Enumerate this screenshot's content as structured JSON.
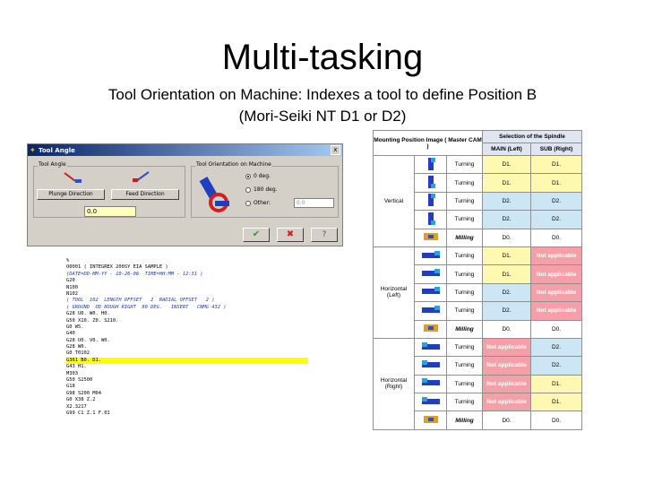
{
  "slide": {
    "title": "Multi-tasking",
    "subtitle_line1": "Tool Orientation on Machine: Indexes a tool to define Position B",
    "subtitle_line2": "(Mori-Seiki NT D1 or D2)"
  },
  "dialog": {
    "title": "Tool Angle",
    "close_label": "x",
    "tool_angle_group": "Tool Angle",
    "plunge_button": "Plunge Direction",
    "feed_button": "Feed Direction",
    "angle_value": "0.0",
    "orientation_group": "Tool Orientation on Machine",
    "radio_options": [
      "0 deg.",
      "180 deg.",
      "Other:"
    ],
    "other_value": "0.0",
    "ok_icon": "checkmark-icon",
    "cancel_icon": "x-icon",
    "help_icon": "help-icon"
  },
  "code_lines": [
    "%",
    "O0001 ( INTEGREX 200SY EIA SAMPLE )",
    "(DATE=DD-MM-YY - 10-26-06  TIME=HH:MM - 12:31 )",
    "G20",
    "N100",
    "N102",
    "( TOOL  102  LENGTH OFFSET   2  RADIAL OFFSET   2 )",
    "( GROUND  OD ROUGH RIGHT  80 DEG.   INSERT   CNMG 432 )",
    "G28 U0. W0. H0.",
    "G50 X10. Z0. S210.",
    "G0 W5.",
    "G40",
    "G28 U0. V0. W0.",
    "G28 W0.",
    "G0 T0102",
    "G361 B0. D1.",
    "G43 H1.",
    "M303",
    "G50 S2500",
    "G18",
    "G98 S200 M04",
    "G0 X38 Z.2",
    "X2.3217",
    "G99 C1 Z.1 F.01"
  ],
  "table": {
    "header_image": "Mounting Position Image ( Master CAM )",
    "header_selection": "Selection of the Spindle",
    "header_main": "MAIN (Left)",
    "header_sub": "SUB (Right)",
    "groups": [
      {
        "label": "Vertical",
        "rows": [
          {
            "op": "Turning",
            "main": "D1.",
            "sub": "D1.",
            "main_style": "yel",
            "sub_style": "yel"
          },
          {
            "op": "Turning",
            "main": "D1.",
            "sub": "D1.",
            "main_style": "yel",
            "sub_style": "yel"
          },
          {
            "op": "Turning",
            "main": "D2.",
            "sub": "D2.",
            "main_style": "blue",
            "sub_style": "blue"
          },
          {
            "op": "Turning",
            "main": "D2.",
            "sub": "D2.",
            "main_style": "blue",
            "sub_style": "blue"
          },
          {
            "op": "Milling",
            "main": "D0.",
            "sub": "D0.",
            "main_style": "plain",
            "sub_style": "plain"
          }
        ]
      },
      {
        "label": "Horizontal (Left)",
        "rows": [
          {
            "op": "Turning",
            "main": "D1.",
            "sub": "Not applicable",
            "main_style": "yel",
            "sub_style": "pink"
          },
          {
            "op": "Turning",
            "main": "D1.",
            "sub": "Not applicable",
            "main_style": "yel",
            "sub_style": "pink"
          },
          {
            "op": "Turning",
            "main": "D2.",
            "sub": "Not applicable",
            "main_style": "blue",
            "sub_style": "pink"
          },
          {
            "op": "Turning",
            "main": "D2.",
            "sub": "Not applicable",
            "main_style": "blue",
            "sub_style": "pink"
          },
          {
            "op": "Milling",
            "main": "D0.",
            "sub": "D0.",
            "main_style": "plain",
            "sub_style": "plain"
          }
        ]
      },
      {
        "label": "Horizontal (Right)",
        "rows": [
          {
            "op": "Turning",
            "main": "Not applicable",
            "sub": "D2.",
            "main_style": "pink",
            "sub_style": "blue"
          },
          {
            "op": "Turning",
            "main": "Not applicable",
            "sub": "D2.",
            "main_style": "pink",
            "sub_style": "blue"
          },
          {
            "op": "Turning",
            "main": "Not applicable",
            "sub": "D1.",
            "main_style": "pink",
            "sub_style": "yel"
          },
          {
            "op": "Turning",
            "main": "Not applicable",
            "sub": "D1.",
            "main_style": "pink",
            "sub_style": "yel"
          },
          {
            "op": "Milling",
            "main": "D0.",
            "sub": "D0.",
            "main_style": "plain",
            "sub_style": "plain"
          }
        ]
      }
    ]
  },
  "colors": {
    "highlight": "#ffff00",
    "yellow_cell": "#fff8b0",
    "blue_cell": "#cce6f6",
    "pink_cell": "#f5a0a8"
  }
}
